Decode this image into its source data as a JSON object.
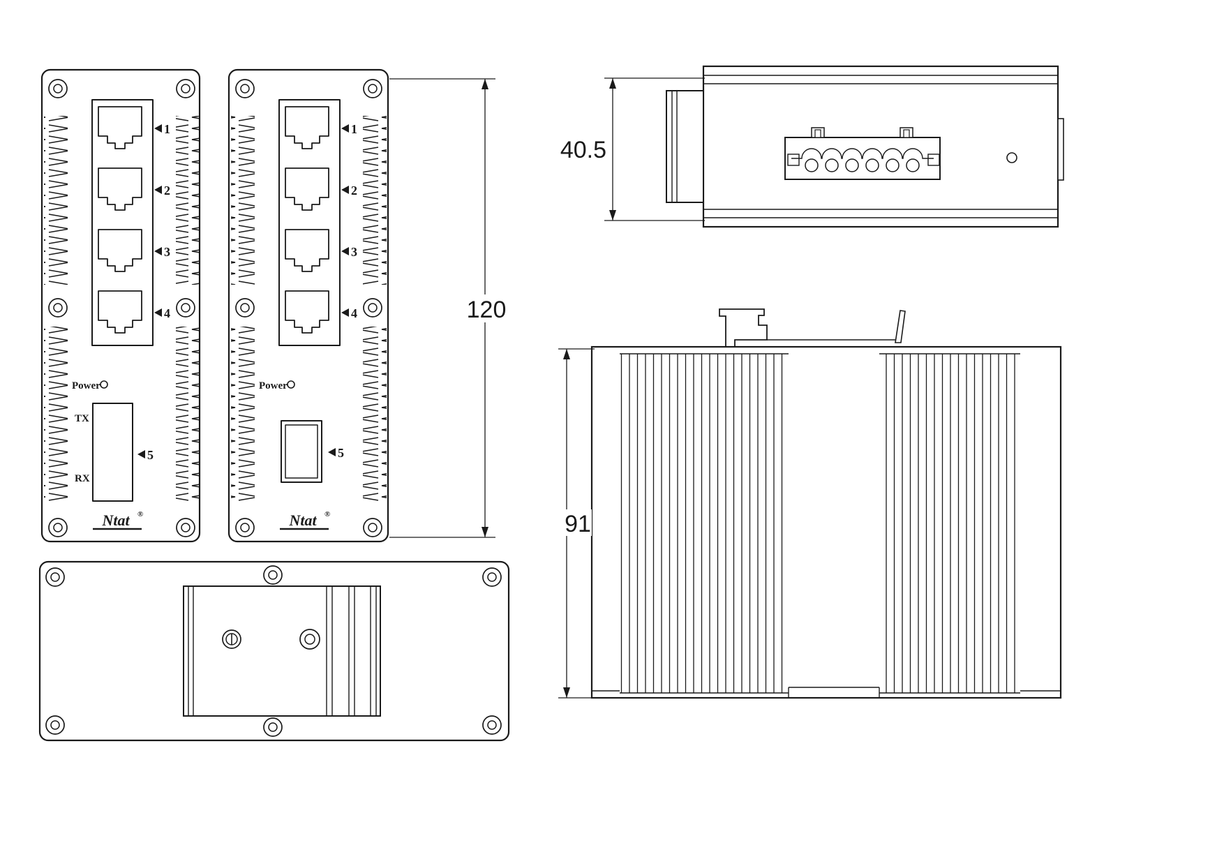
{
  "dims": {
    "front_height": "120",
    "top_depth": "40.5",
    "side_height": "91"
  },
  "panel_fiber": {
    "ports": [
      "1",
      "2",
      "3",
      "4"
    ],
    "port5": "5",
    "power": "Power",
    "tx": "TX",
    "rx": "RX",
    "brand": "Ntat",
    "reg": "®"
  },
  "panel_sfp": {
    "ports": [
      "1",
      "2",
      "3",
      "4"
    ],
    "port5": "5",
    "power": "Power",
    "brand": "Ntat",
    "reg": "®"
  }
}
